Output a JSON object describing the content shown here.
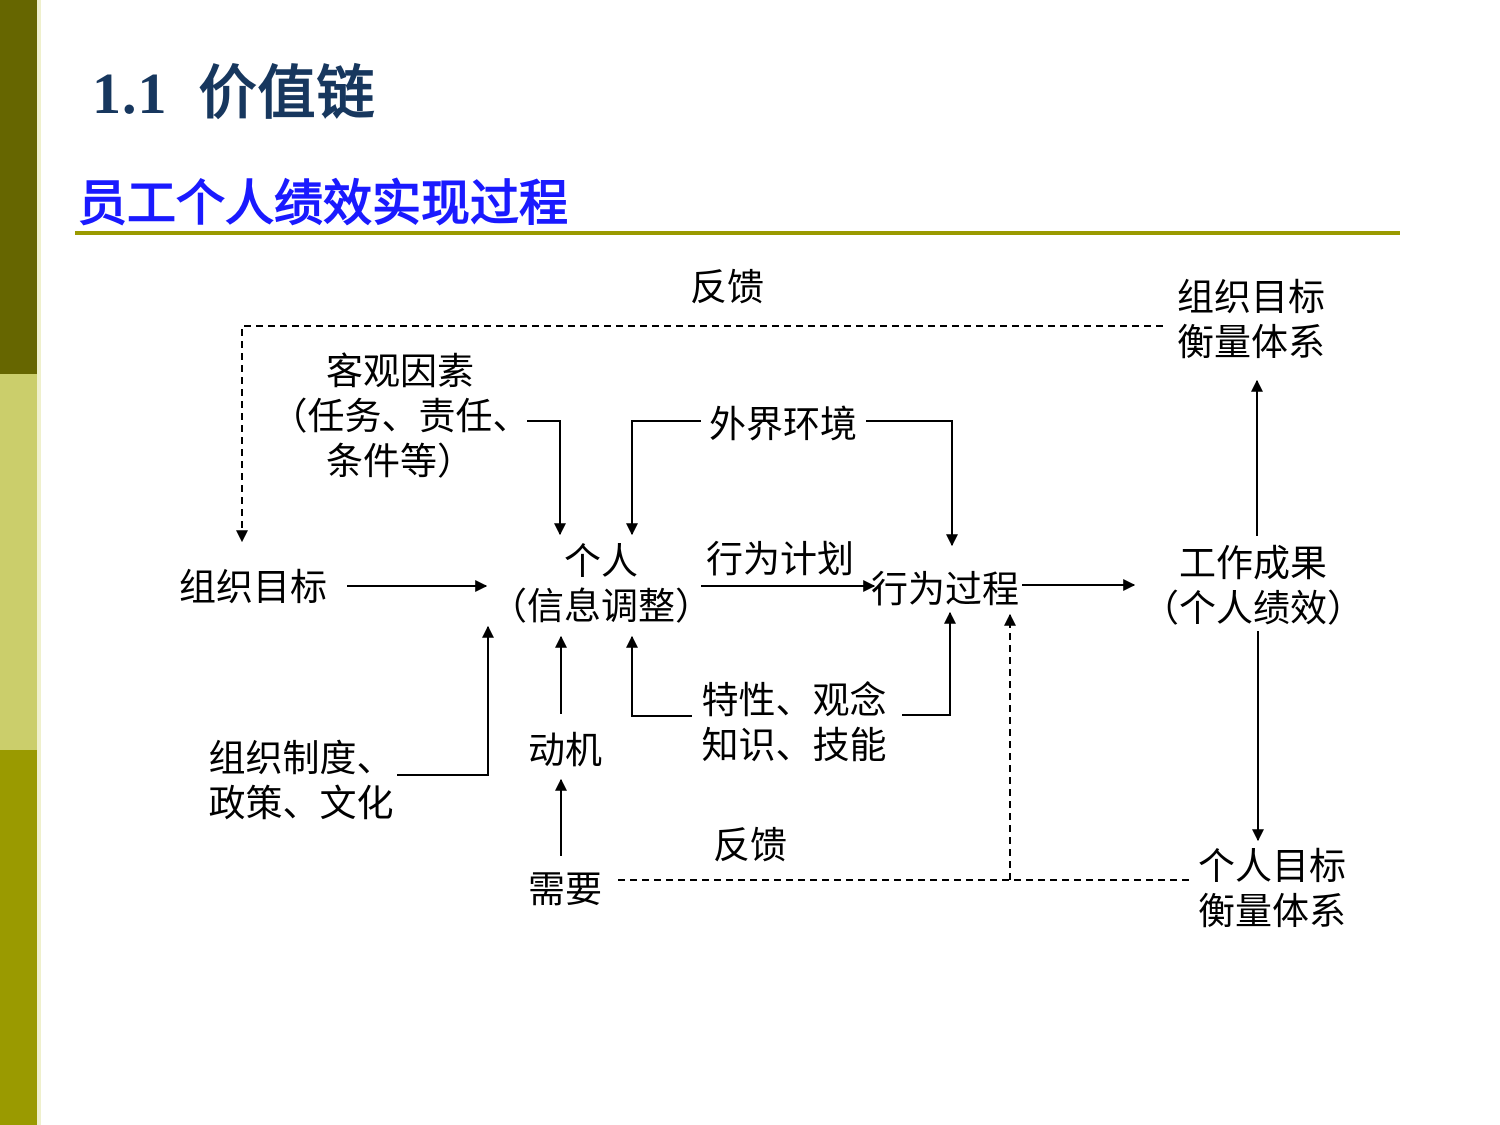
{
  "slide": {
    "title": "1.1  价值链",
    "subtitle": "员工个人绩效实现过程",
    "colors": {
      "title_text": "#17375E",
      "subtitle_text": "#1A1AFF",
      "underline": "#9A9A00",
      "sidebar_top": "#666600",
      "sidebar_middle": "#CBCE6B",
      "sidebar_bottom": "#9A9A00",
      "diagram_text": "#000000"
    }
  },
  "diagram": {
    "nodes": [
      {
        "id": "feedback-top",
        "label": "反馈"
      },
      {
        "id": "org-goal-system",
        "label": "组织目标\n衡量体系"
      },
      {
        "id": "objective-factors",
        "label": "客观因素\n（任务、责任、\n条件等）"
      },
      {
        "id": "external-env",
        "label": "外界环境"
      },
      {
        "id": "org-goal",
        "label": "组织目标"
      },
      {
        "id": "individual",
        "label": "个人\n（信息调整）"
      },
      {
        "id": "behavior-plan",
        "label": "行为计划"
      },
      {
        "id": "behavior-process",
        "label": "行为过程"
      },
      {
        "id": "work-result",
        "label": "工作成果\n（个人绩效）"
      },
      {
        "id": "org-system",
        "label": "组织制度、\n政策、文化"
      },
      {
        "id": "motive",
        "label": "动机"
      },
      {
        "id": "traits",
        "label": "特性、观念\n知识、技能"
      },
      {
        "id": "need",
        "label": "需要"
      },
      {
        "id": "feedback-bottom",
        "label": "反馈"
      },
      {
        "id": "personal-goal-system",
        "label": "个人目标\n衡量体系"
      }
    ]
  }
}
